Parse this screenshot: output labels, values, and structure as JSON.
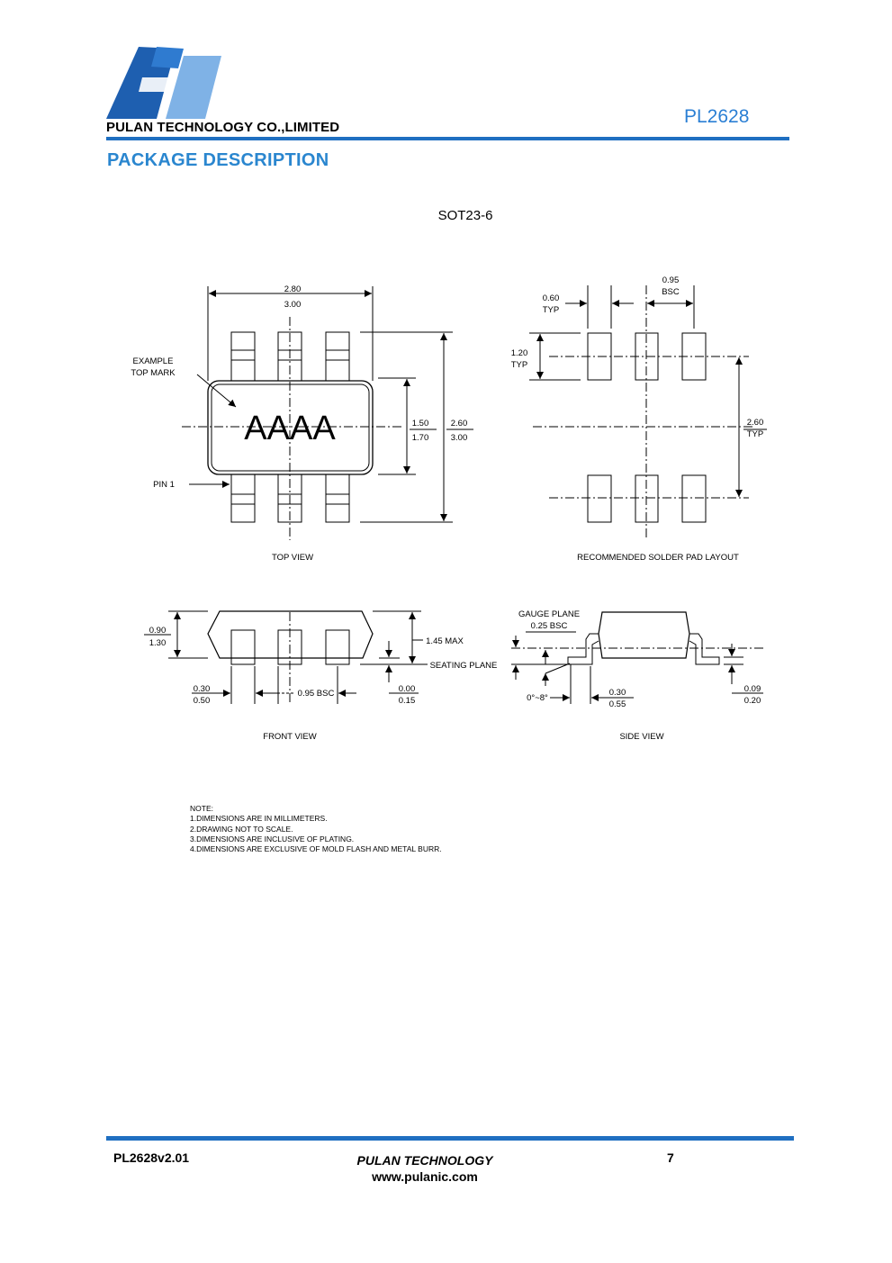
{
  "header": {
    "company": "PULAN TECHNOLOGY CO.,LIMITED",
    "part_number": "PL2628",
    "brand_color": "#1f6fc1"
  },
  "section_title": "PACKAGE DESCRIPTION",
  "package_name": "SOT23-6",
  "top_view": {
    "caption": "TOP VIEW",
    "width_min": "2.80",
    "width_max": "3.00",
    "body_min": "1.50",
    "body_max": "1.70",
    "overall_min": "2.60",
    "overall_max": "3.00",
    "mark_label_1": "EXAMPLE",
    "mark_label_2": "TOP MARK",
    "mark_text": "AAAA",
    "pin1_label": "PIN 1"
  },
  "solder_pad": {
    "caption": "RECOMMENDED SOLDER PAD LAYOUT",
    "pad_width": "0.60",
    "pad_width_note": "TYP",
    "pitch": "0.95",
    "pitch_note": "BSC",
    "pad_height": "1.20",
    "pad_height_note": "TYP",
    "span": "2.60",
    "span_note": "TYP"
  },
  "front_view": {
    "caption": "FRONT VIEW",
    "height_min": "0.90",
    "height_max": "1.30",
    "max_height": "1.45 MAX",
    "seating_plane": "SEATING PLANE",
    "lead_min": "0.30",
    "lead_max": "0.50",
    "pitch": "0.95 BSC",
    "standoff_min": "0.00",
    "standoff_max": "0.15"
  },
  "side_view": {
    "caption": "SIDE VIEW",
    "gauge_plane": "GAUGE PLANE",
    "gauge_value": "0.25 BSC",
    "angle": "0°~8°",
    "foot_min": "0.30",
    "foot_max": "0.55",
    "thick_min": "0.09",
    "thick_max": "0.20"
  },
  "notes": {
    "title": "NOTE:",
    "items": [
      "1.DIMENSIONS ARE IN MILLIMETERS.",
      "2.DRAWING NOT TO SCALE.",
      "3.DIMENSIONS ARE INCLUSIVE OF PLATING.",
      "4.DIMENSIONS ARE EXCLUSIVE OF MOLD FLASH AND METAL BURR."
    ]
  },
  "footer": {
    "version": "PL2628v2.01",
    "company": "PULAN TECHNOLOGY",
    "website": "www.pulanic.com",
    "page": "7"
  }
}
